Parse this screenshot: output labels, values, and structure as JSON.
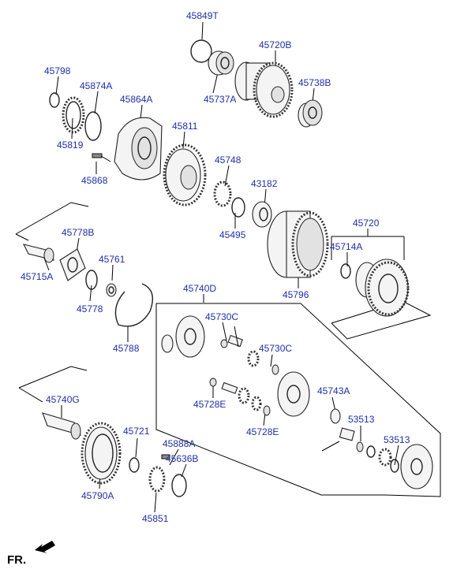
{
  "labels": {
    "p45849T": "45849T",
    "p45720B": "45720B",
    "p45798": "45798",
    "p45874A": "45874A",
    "p45864A": "45864A",
    "p45737A": "45737A",
    "p45738B": "45738B",
    "p45819": "45819",
    "p45811": "45811",
    "p45868": "45868",
    "p45748": "45748",
    "p43182": "43182",
    "p45720": "45720",
    "p45778B": "45778B",
    "p45495": "45495",
    "p45714A": "45714A",
    "p45715A": "45715A",
    "p45761": "45761",
    "p45796": "45796",
    "p45778": "45778",
    "p45740D": "45740D",
    "p45730C_a": "45730C",
    "p45730C_b": "45730C",
    "p45788": "45788",
    "p45743A": "45743A",
    "p45728E_a": "45728E",
    "p45740G": "45740G",
    "p53513_a": "53513",
    "p45728E_b": "45728E",
    "p45721": "45721",
    "p53513_b": "53513",
    "p45888A": "45888A",
    "p45636B": "45636B",
    "p45790A": "45790A",
    "p45851": "45851"
  },
  "direction_label": "FR."
}
